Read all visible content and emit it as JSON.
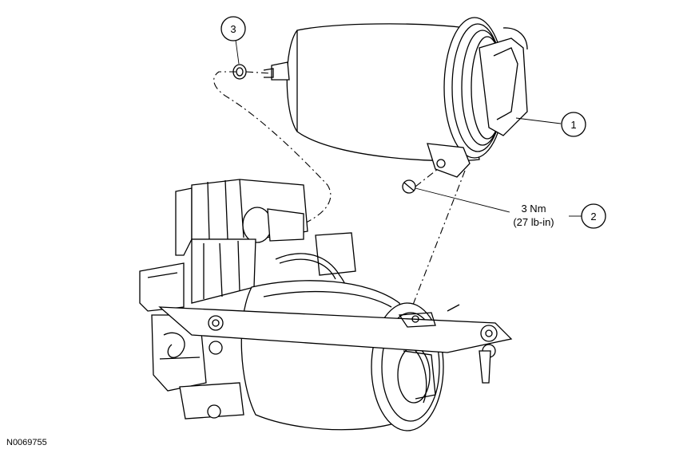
{
  "callouts": [
    {
      "number": "1"
    },
    {
      "number": "2"
    },
    {
      "number": "3"
    }
  ],
  "torque": {
    "line1": "3 Nm",
    "line2": "(27 lb-in)"
  },
  "figure_id": "N0069755"
}
